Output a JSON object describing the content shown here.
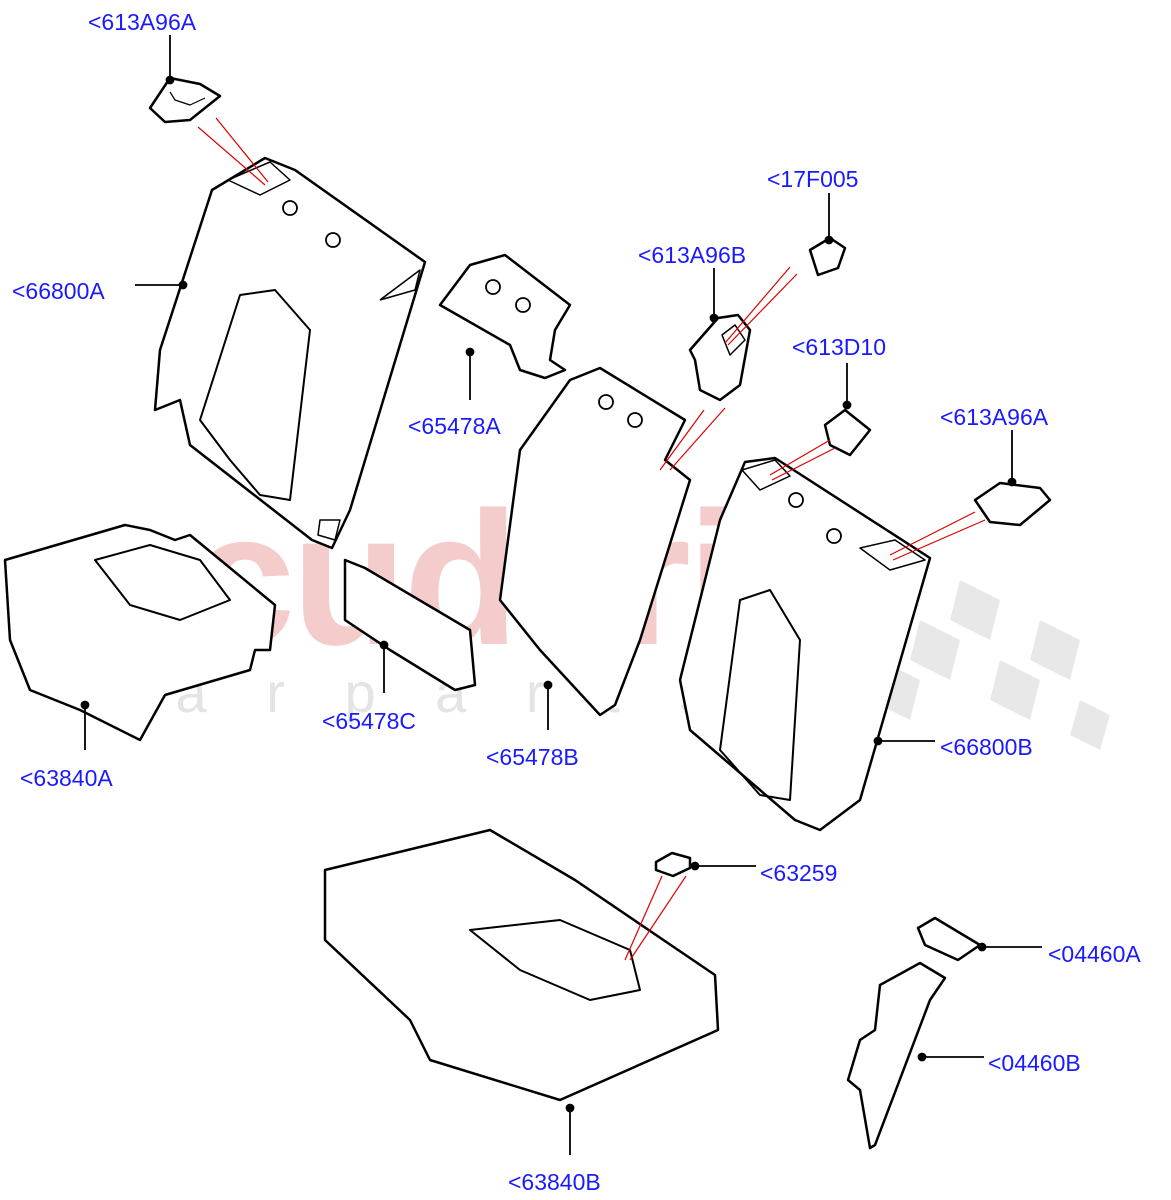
{
  "watermark": {
    "main": "scuderia",
    "sub": "c a r   p a r t s",
    "main_color": "#f4c9c9",
    "sub_color": "#e6e6e6"
  },
  "colors": {
    "label": "#1a1aff",
    "leader": "#000000",
    "pointer": "#dd0000",
    "outline": "#000000"
  },
  "labels": [
    {
      "id": "613A96A_top",
      "text": "<613A96A"
    },
    {
      "id": "66800A",
      "text": "<66800A"
    },
    {
      "id": "17F005",
      "text": "<17F005"
    },
    {
      "id": "613A96B",
      "text": "<613A96B"
    },
    {
      "id": "613D10",
      "text": "<613D10"
    },
    {
      "id": "613A96A_right",
      "text": "<613A96A"
    },
    {
      "id": "65478A",
      "text": "<65478A"
    },
    {
      "id": "63840A",
      "text": "<63840A"
    },
    {
      "id": "65478C",
      "text": "<65478C"
    },
    {
      "id": "65478B",
      "text": "<65478B"
    },
    {
      "id": "66800B",
      "text": "<66800B"
    },
    {
      "id": "63259",
      "text": "<63259"
    },
    {
      "id": "04460A",
      "text": "<04460A"
    },
    {
      "id": "04460B",
      "text": "<04460B"
    },
    {
      "id": "63840B",
      "text": "<63840B"
    }
  ]
}
